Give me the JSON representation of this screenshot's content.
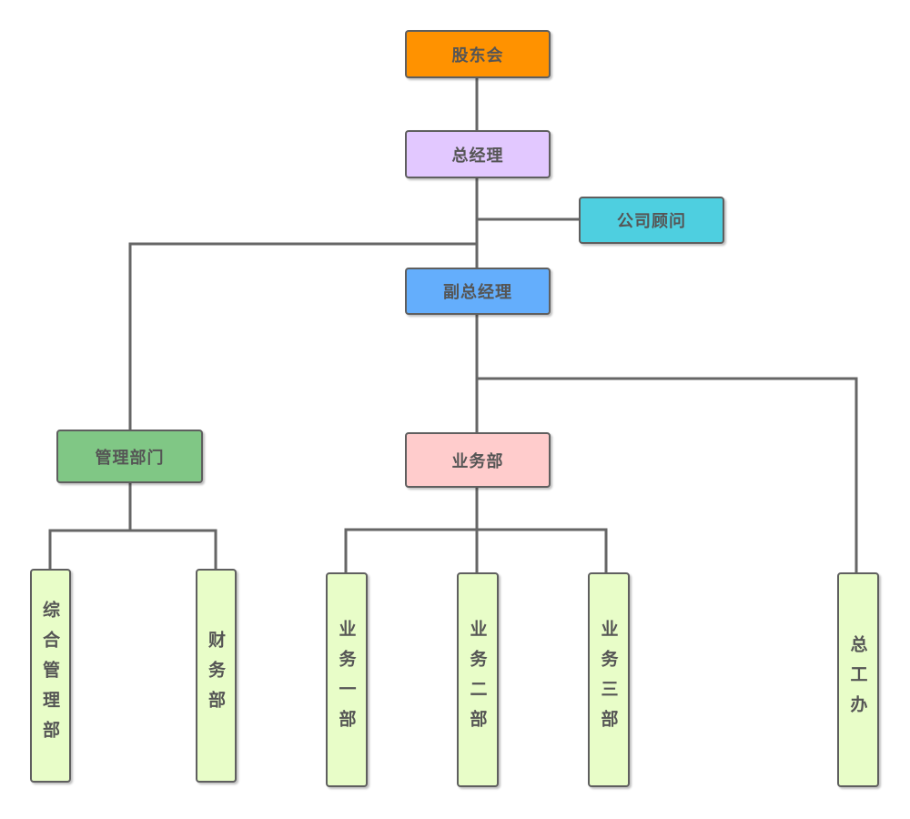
{
  "nodes": {
    "shareholders": {
      "label": "股东会",
      "color": "#ff9200"
    },
    "general_manager": {
      "label": "总经理",
      "color": "#e2c8ff"
    },
    "consultant": {
      "label": "公司顾问",
      "color": "#4ecfe0"
    },
    "deputy_gm": {
      "label": "副总经理",
      "color": "#64aefc"
    },
    "management_dept": {
      "label": "管理部门",
      "color": "#80c785"
    },
    "business_dept": {
      "label": "业务部",
      "color": "#ffcccc"
    },
    "general_admin": {
      "label": "综合管理部",
      "color": "#e8fdc8"
    },
    "finance": {
      "label": "财务部",
      "color": "#e8fdc8"
    },
    "business_1": {
      "label": "业务一部",
      "color": "#e8fdc8"
    },
    "business_2": {
      "label": "业务二部",
      "color": "#e8fdc8"
    },
    "business_3": {
      "label": "业务三部",
      "color": "#e8fdc8"
    },
    "chief_engineer_office": {
      "label": "总工办",
      "color": "#e8fdc8"
    }
  },
  "line_color": "#666666"
}
